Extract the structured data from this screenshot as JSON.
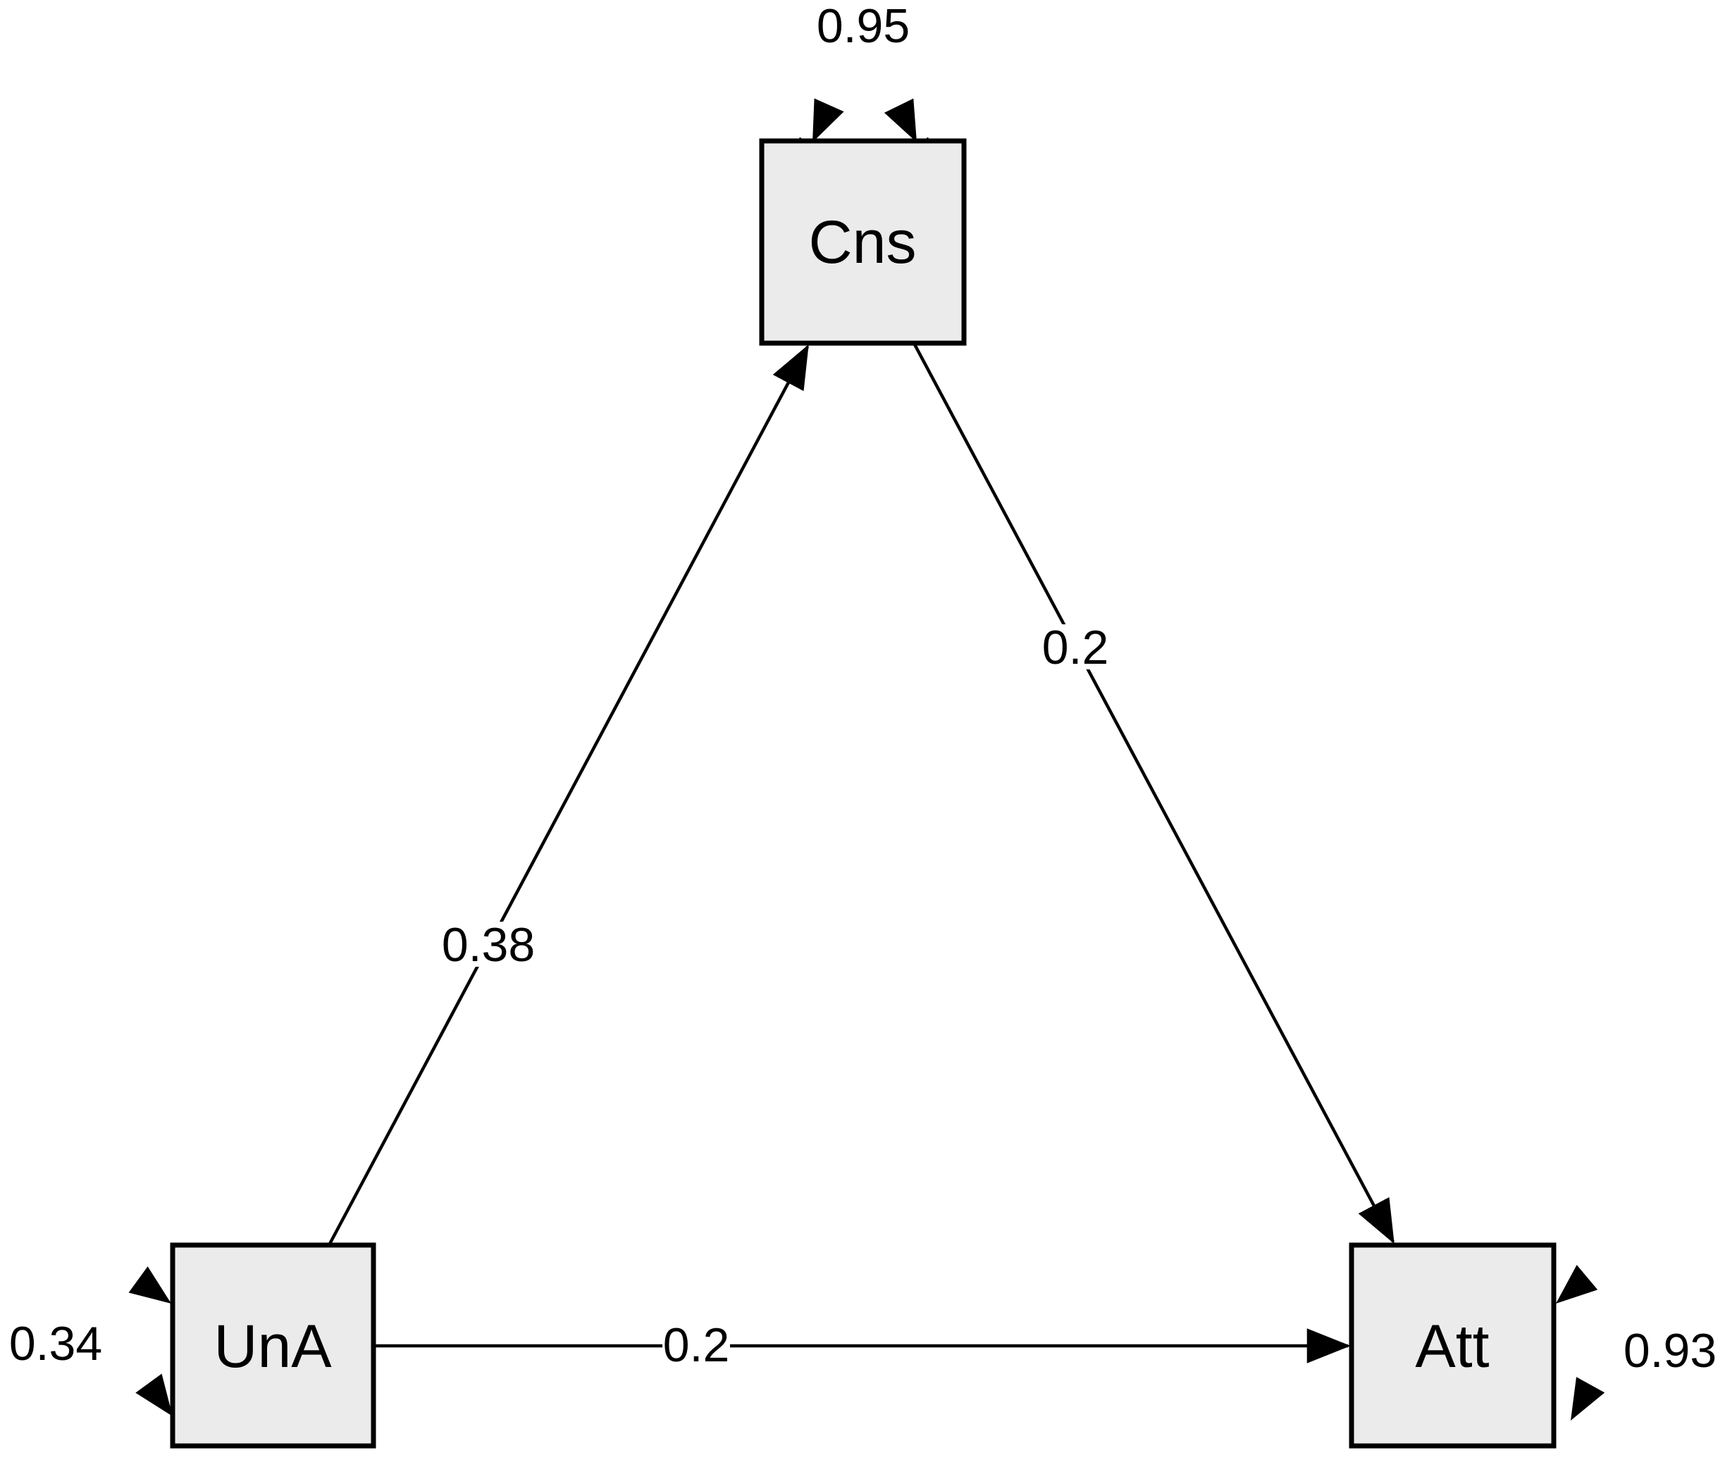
{
  "diagram": {
    "title": "path-model-diagram",
    "background_color": "#ffffff",
    "node_fill_color": "#ebebeb",
    "node_border_color": "#000000",
    "edge_color": "#000000",
    "text_color": "#000000",
    "nodes": [
      {
        "id": "Cns",
        "label": "Cns",
        "shape": "square",
        "position": "top-center"
      },
      {
        "id": "UnA",
        "label": "UnA",
        "shape": "square",
        "position": "bottom-left"
      },
      {
        "id": "Att",
        "label": "Att",
        "shape": "square",
        "position": "bottom-right"
      }
    ],
    "edges": [
      {
        "from": "UnA",
        "to": "Cns",
        "label": "0.38",
        "style": "solid",
        "arrow": "single"
      },
      {
        "from": "Cns",
        "to": "Att",
        "label": "0.2",
        "style": "solid",
        "arrow": "single"
      },
      {
        "from": "UnA",
        "to": "Att",
        "label": "0.2",
        "style": "solid",
        "arrow": "single"
      }
    ],
    "self_loops": [
      {
        "node": "Cns",
        "label": "0.95",
        "style": "solid",
        "side": "top",
        "arrow": "double"
      },
      {
        "node": "UnA",
        "label": "0.34",
        "style": "dashed",
        "side": "left",
        "arrow": "double"
      },
      {
        "node": "Att",
        "label": "0.93",
        "style": "solid",
        "side": "right",
        "arrow": "double"
      }
    ]
  }
}
